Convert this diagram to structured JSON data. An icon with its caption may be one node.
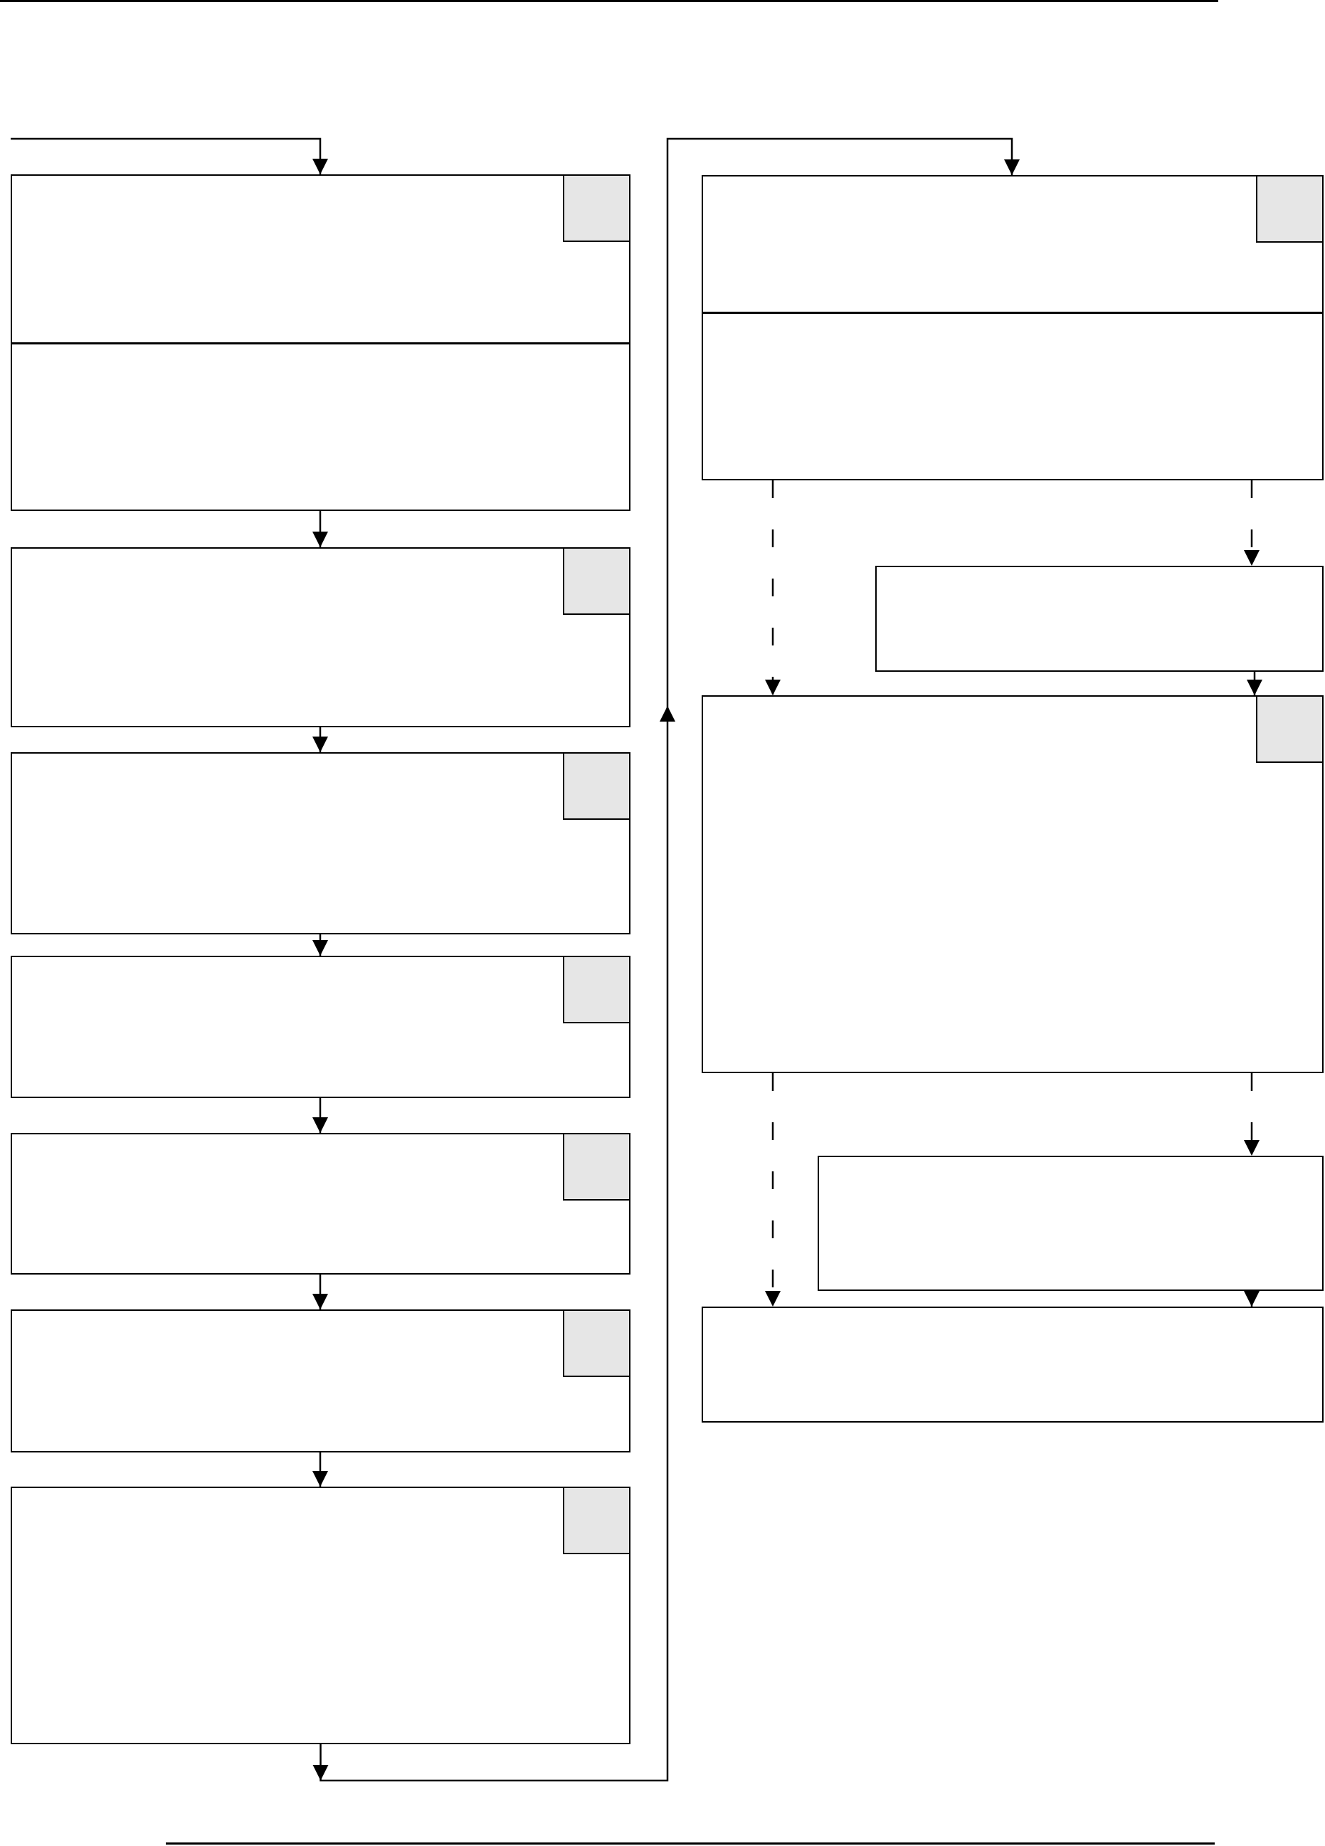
{
  "diagram": {
    "nodes": [
      {
        "text": [],
        "shape": "box"
      },
      {
        "text": [],
        "shape": "box"
      },
      {
        "text": [],
        "shape": "box"
      },
      {
        "text": [],
        "shape": "box"
      },
      {
        "text": [],
        "shape": "box"
      },
      {
        "text": [],
        "shape": "box"
      },
      {
        "text": [],
        "shape": "box"
      },
      {
        "text": [],
        "shape": "box"
      },
      {
        "text": [],
        "shape": "box"
      },
      {
        "text": [],
        "shape": "box"
      },
      {
        "text": [],
        "shape": "box"
      },
      {
        "text": [],
        "shape": "box"
      }
    ],
    "edges": [
      {
        "from": null,
        "to": 0,
        "arrow": "to"
      },
      {
        "from": 0,
        "to": 1,
        "arrow": "to"
      },
      {
        "from": 1,
        "to": 2,
        "arrow": "to"
      },
      {
        "from": 2,
        "to": 3,
        "arrow": "to"
      },
      {
        "from": 3,
        "to": 4,
        "arrow": "to"
      },
      {
        "from": 4,
        "to": 5,
        "arrow": "to"
      },
      {
        "from": 5,
        "to": 6,
        "arrow": "to"
      },
      {
        "from": 6,
        "to": 7,
        "arrow": "to"
      },
      {
        "from": 7,
        "to": 9,
        "arrow": "to",
        "style": "dashed"
      },
      {
        "from": 7,
        "to": 8,
        "arrow": "to",
        "style": "dashed"
      },
      {
        "from": 8,
        "to": 9,
        "arrow": "to"
      },
      {
        "from": 9,
        "to": 11,
        "arrow": "to",
        "style": "dashed"
      },
      {
        "from": 9,
        "to": 10,
        "arrow": "to",
        "style": "dashed"
      },
      {
        "from": 10,
        "to": 11,
        "arrow": "to"
      }
    ]
  }
}
